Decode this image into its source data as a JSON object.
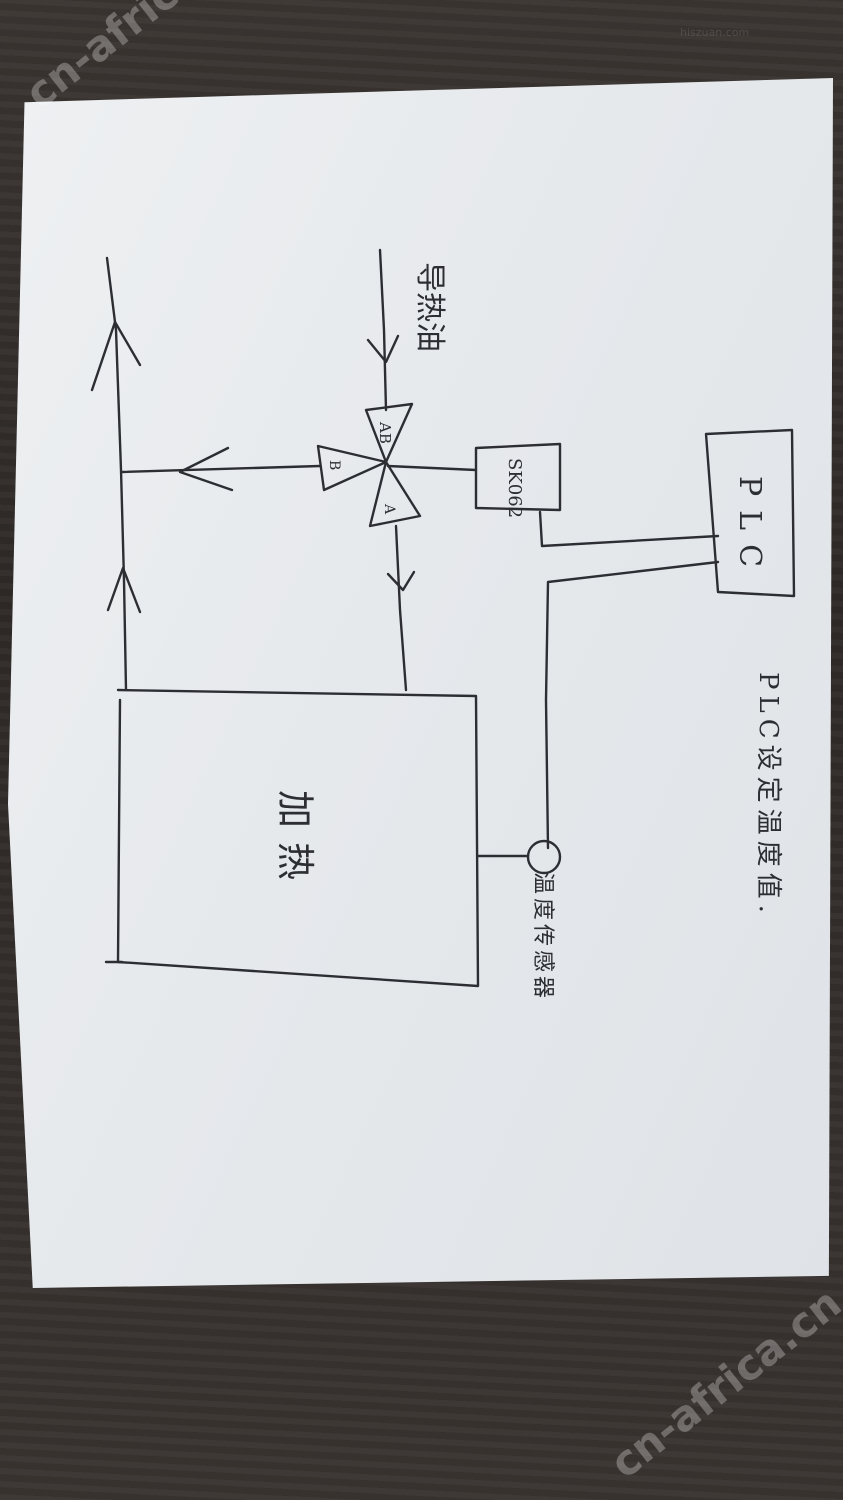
{
  "labels": {
    "hot_oil": "导热油",
    "port_ab": "AB",
    "port_b": "B",
    "port_a": "A",
    "actuator": "SK062",
    "plc": "PLC",
    "heater": "加热",
    "sensor": "温度传感器",
    "note": "PLC设定温度值."
  },
  "watermarks": {
    "top": "cn-africa.cn",
    "bottom": "cn-africa.cn",
    "corner": "hiszuan.com"
  },
  "colors": {
    "ink": "#2c2e33",
    "paper": "#e8ebee",
    "table": "#3a3431"
  }
}
